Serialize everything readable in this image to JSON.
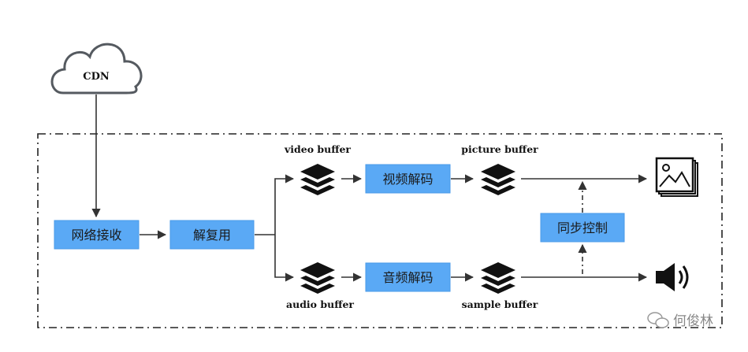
{
  "source": {
    "label": "CDN",
    "icon": "cloud-icon"
  },
  "nodes": {
    "receive": "网络接收",
    "demux": "解复用",
    "video_decode": "视频解码",
    "audio_decode": "音频解码",
    "sync": "同步控制"
  },
  "buffers": {
    "video": "video buffer",
    "audio": "audio buffer",
    "picture": "picture buffer",
    "sample": "sample buffer"
  },
  "outputs": {
    "picture_icon": "image-gallery-icon",
    "sound_icon": "speaker-icon"
  },
  "watermark": "何俊林",
  "colors": {
    "box_fill": "#5aa9f5",
    "line": "#333333"
  }
}
